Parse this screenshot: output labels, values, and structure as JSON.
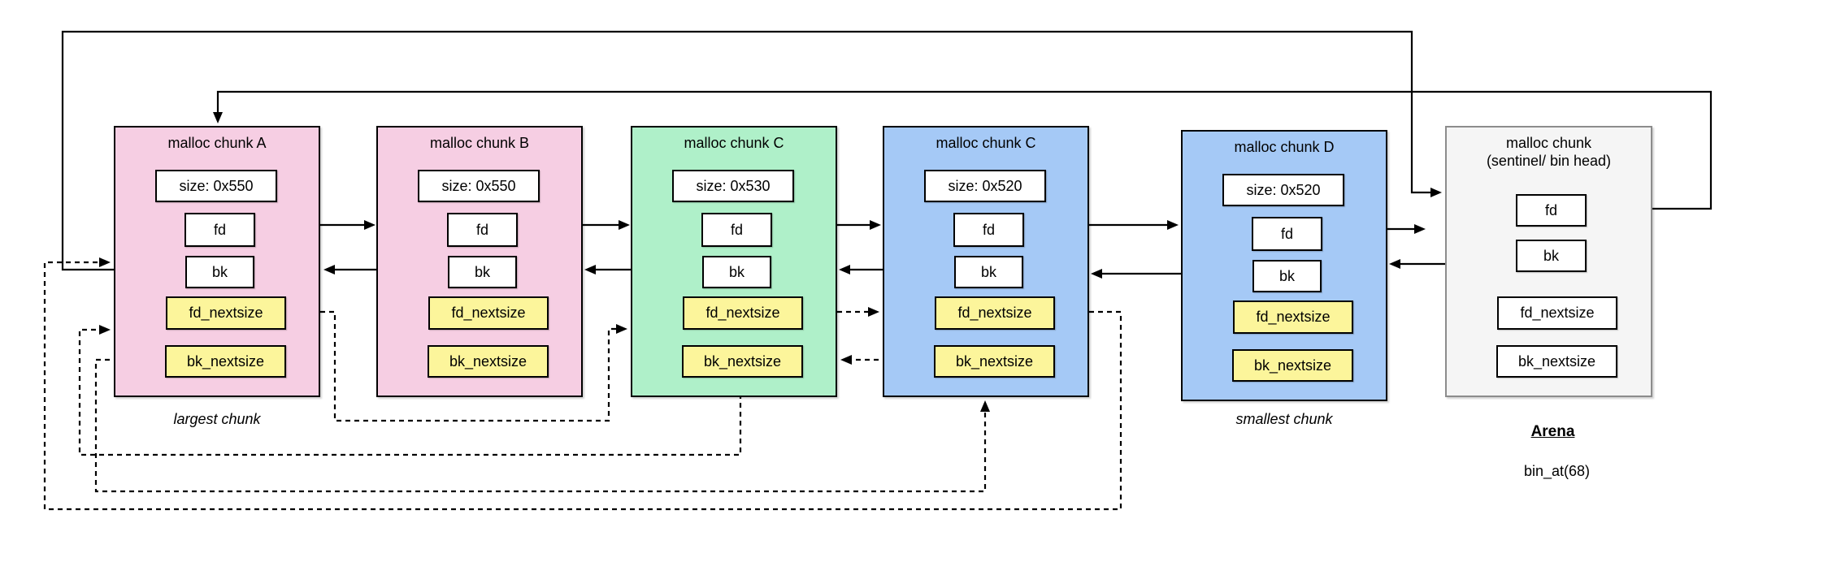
{
  "chunks": [
    {
      "title": "malloc chunk A",
      "size": "size: 0x550",
      "fill": "#f6cee3",
      "nextsize_fill": "#fcf59b",
      "fields": {
        "fd": "fd",
        "bk": "bk",
        "fd_nextsize": "fd_nextsize",
        "bk_nextsize": "bk_nextsize"
      },
      "caption": "largest chunk"
    },
    {
      "title": "malloc chunk B",
      "size": "size: 0x550",
      "fill": "#f6cee3",
      "nextsize_fill": "#fcf59b",
      "fields": {
        "fd": "fd",
        "bk": "bk",
        "fd_nextsize": "fd_nextsize",
        "bk_nextsize": "bk_nextsize"
      }
    },
    {
      "title": "malloc chunk C",
      "size": "size: 0x530",
      "fill": "#aff0c9",
      "nextsize_fill": "#fcf59b",
      "fields": {
        "fd": "fd",
        "bk": "bk",
        "fd_nextsize": "fd_nextsize",
        "bk_nextsize": "bk_nextsize"
      }
    },
    {
      "title": "malloc chunk C",
      "size": "size: 0x520",
      "fill": "#a5c9f6",
      "nextsize_fill": "#fcf59b",
      "fields": {
        "fd": "fd",
        "bk": "bk",
        "fd_nextsize": "fd_nextsize",
        "bk_nextsize": "bk_nextsize"
      }
    },
    {
      "title": "malloc chunk D",
      "size": "size: 0x520",
      "fill": "#a5c9f6",
      "nextsize_fill": "#fcf59b",
      "fields": {
        "fd": "fd",
        "bk": "bk",
        "fd_nextsize": "fd_nextsize",
        "bk_nextsize": "bk_nextsize"
      },
      "caption": "smallest chunk"
    },
    {
      "title": "malloc chunk",
      "subtitle": "(sentinel/ bin head)",
      "fill": "#f5f5f5",
      "nextsize_fill": "#ffffff",
      "fields": {
        "fd": "fd",
        "bk": "bk",
        "fd_nextsize": "fd_nextsize",
        "bk_nextsize": "bk_nextsize"
      }
    }
  ],
  "annotations": {
    "arena": "Arena",
    "bin_at": "bin_at(68)"
  },
  "colors": {
    "line": "#000000",
    "pink": "#f6cee3",
    "green": "#aff0c9",
    "blue": "#a5c9f6",
    "nextsize_yellow": "#fcf59b",
    "sentinel_gray": "#f5f5f5"
  }
}
